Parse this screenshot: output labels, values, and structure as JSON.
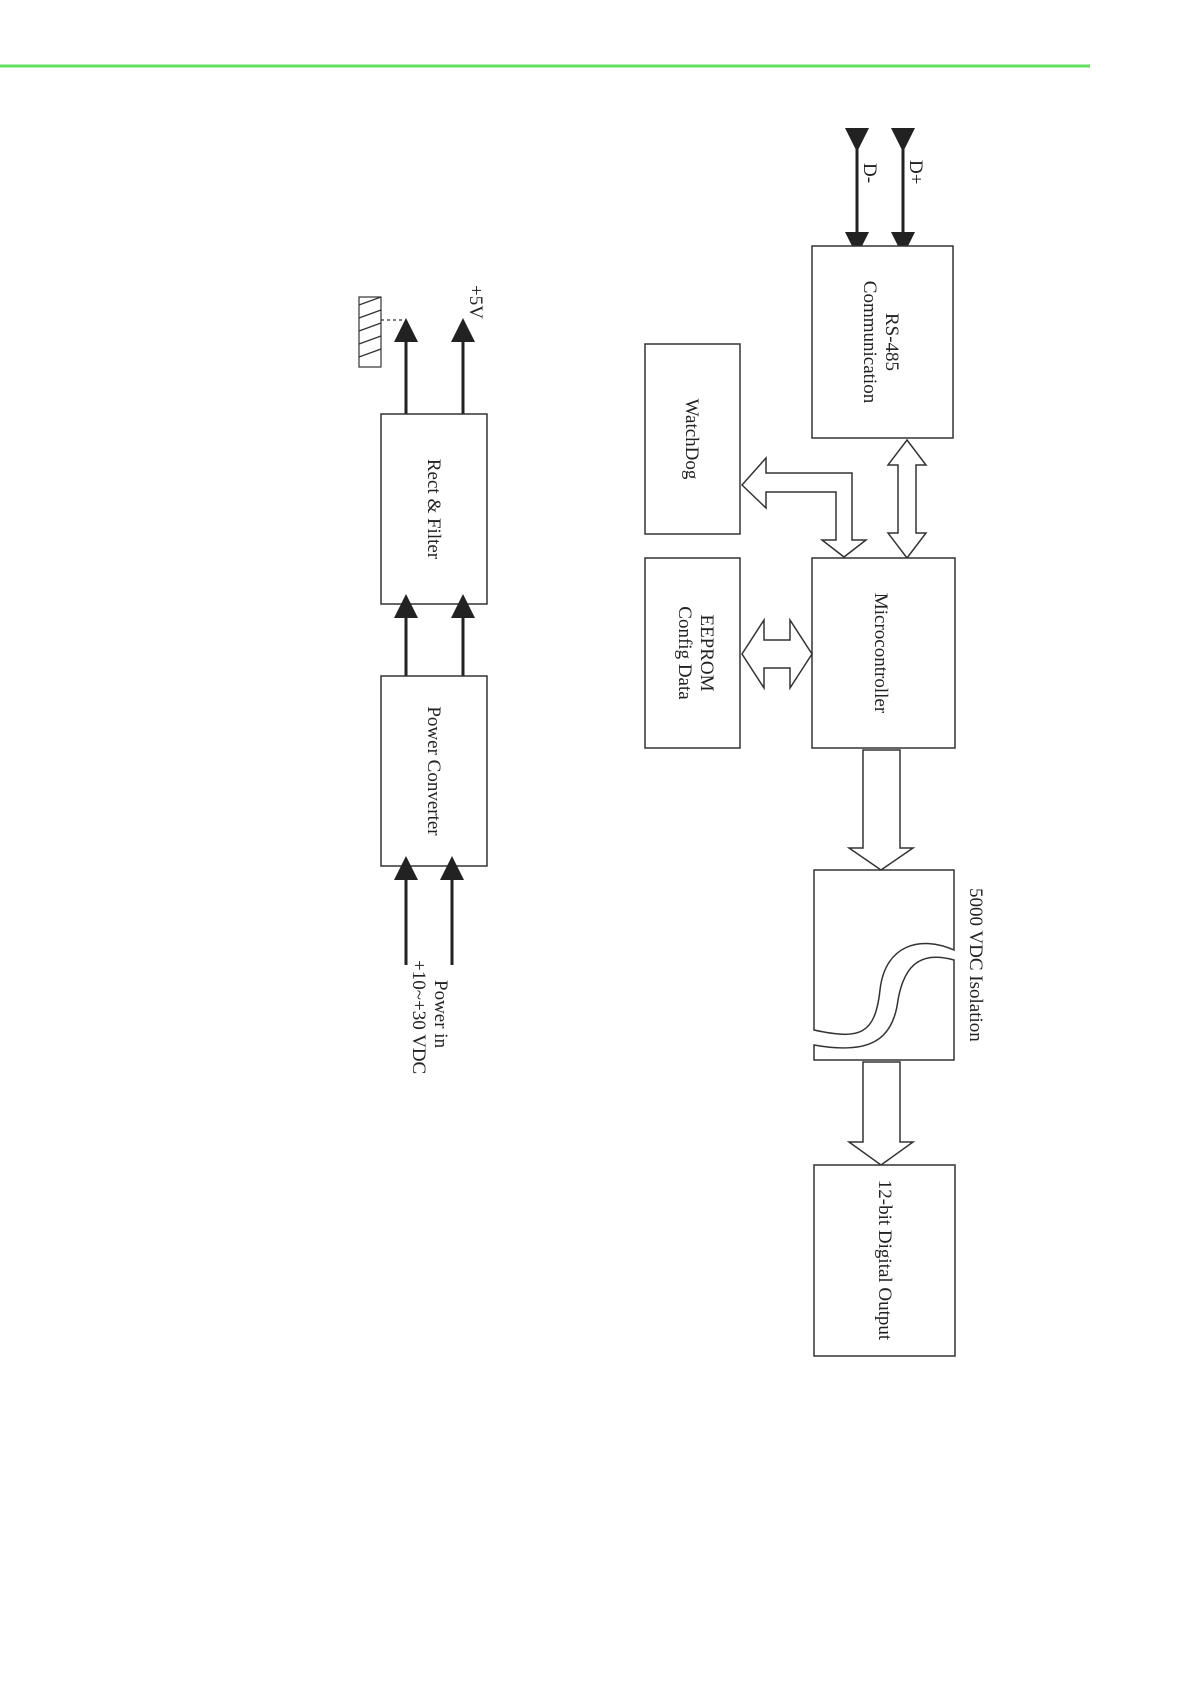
{
  "header": {
    "rule_color": "#5fe05f"
  },
  "diagram": {
    "blocks": {
      "rs485": {
        "line1": "RS-485",
        "line2": "Communication"
      },
      "watchdog": {
        "label": "WatchDog"
      },
      "microcontroller": {
        "label": "Microcontroller"
      },
      "eeprom": {
        "line1": "EEPROM",
        "line2": "Config Data"
      },
      "isolation": {
        "label": "5000 VDC Isolation"
      },
      "digital_output": {
        "label": "12-bit Digital Output"
      },
      "rect_filter": {
        "label": "Rect & Filter"
      },
      "power_converter": {
        "label": "Power Converter"
      }
    },
    "signals": {
      "d_plus": "D+",
      "d_minus": "D-",
      "plus5v": "+5V",
      "power_in_line1": "Power in",
      "power_in_line2": "+10~+30 VDC"
    }
  }
}
